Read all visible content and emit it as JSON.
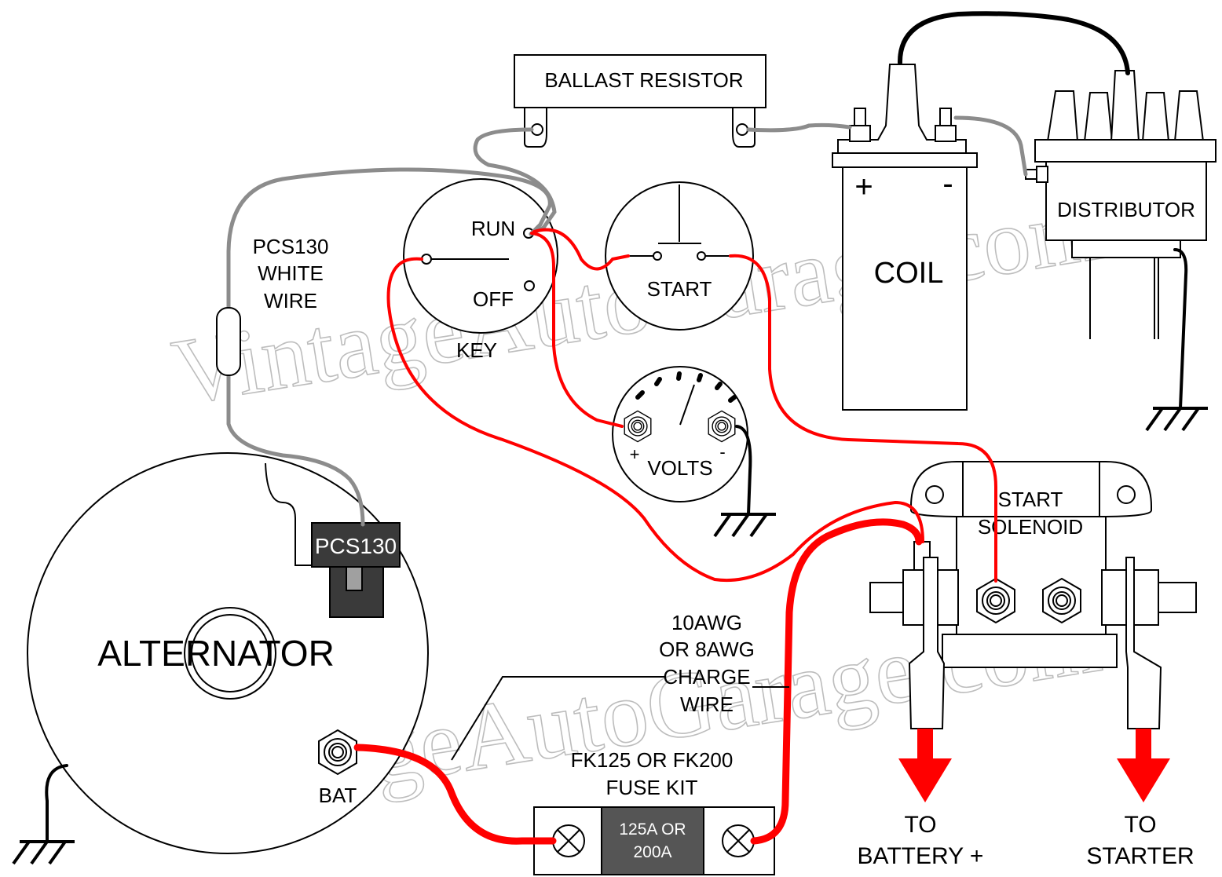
{
  "colors": {
    "power_wire": "#ff0000",
    "signal_wire": "#8c8c8c",
    "ground_wire": "#000000",
    "fuse_body": "#555555",
    "connector": "#3a3a3a",
    "watermark": "#bdbdbd"
  },
  "watermark": {
    "text_upper": "VintageAutoGarage.com",
    "text_lower": "VintageAutoGarage.com"
  },
  "components": {
    "ballast_resistor": "BALLAST RESISTOR",
    "coil": {
      "label": "COIL",
      "plus": "+",
      "minus": "-"
    },
    "distributor": "DISTRIBUTOR",
    "key_switch": {
      "run": "RUN",
      "off": "OFF",
      "label": "KEY"
    },
    "start_button": "START",
    "voltmeter": {
      "label": "VOLTS",
      "plus": "+",
      "minus": "-"
    },
    "start_solenoid": {
      "line1": "START",
      "line2": "SOLENOID"
    },
    "alternator": {
      "label": "ALTERNATOR",
      "bat_terminal": "BAT"
    },
    "pcs130_connector": "PCS130",
    "fuse": {
      "rating_line1": "125A OR",
      "rating_line2": "200A"
    }
  },
  "annotations": {
    "pcs130_wire": [
      "PCS130",
      "WHITE",
      "WIRE"
    ],
    "charge_wire": [
      "10AWG",
      "OR 8AWG",
      "CHARGE",
      "WIRE"
    ],
    "fuse_kit": [
      "FK125 OR FK200",
      "FUSE KIT"
    ],
    "to_battery": [
      "TO",
      "BATTERY +"
    ],
    "to_starter": [
      "TO",
      "STARTER"
    ]
  }
}
